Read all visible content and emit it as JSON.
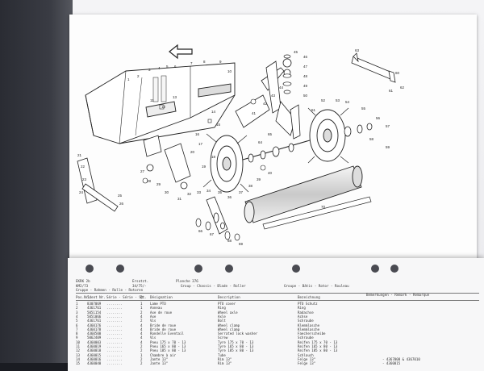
{
  "sheet": {
    "header": {
      "model": "EKRK 2b",
      "group_code": "KM2/73",
      "page_label": "Ersatzt.",
      "page_sub": "34/75/-",
      "sheet_label": "Planche  376",
      "group_de": "Gruppe - Rahmen - Rolle - Rotoren",
      "group_en": "Group - Chassis - Blade - Roller",
      "group_fr": "Groupe - Bâtis - Rotor - Rouleau"
    },
    "columns": [
      "Pos.Nr.",
      "Ident Nr.",
      "Série - Série - St.",
      "Qt.",
      "Désignation",
      "Description",
      "Bezeichnung",
      "Bemerkungen - Remark - Remarque"
    ],
    "rows": [
      {
        "pos": "1",
        "ident": "8307069",
        "qty": "1",
        "fr": "Lame PTO",
        "en": "PTO cover",
        "de": "PTO Schutz",
        "rem": ""
      },
      {
        "pos": "2",
        "ident": "4361761",
        "qty": "1",
        "fr": "Anneau",
        "en": "Ring",
        "de": "Ring",
        "rem": ""
      },
      {
        "pos": "3",
        "ident": "5051154",
        "qty": "2",
        "fr": "Axe de roue",
        "en": "Wheel axle",
        "de": "Radachse",
        "rem": ""
      },
      {
        "pos": "4",
        "ident": "5051066",
        "qty": "4",
        "fr": "Axe",
        "en": "Axle",
        "de": "Achse",
        "rem": ""
      },
      {
        "pos": "5",
        "ident": "4361761",
        "qty": "2",
        "fr": "Vis",
        "en": "Bolt",
        "de": "Schraube",
        "rem": ""
      },
      {
        "pos": "6",
        "ident": "4360176",
        "qty": "4",
        "fr": "Bride de roue",
        "en": "Wheel clamp",
        "de": "Klemmlasche",
        "rem": ""
      },
      {
        "pos": "7",
        "ident": "4360178",
        "qty": "4",
        "fr": "Bride de roue",
        "en": "Wheel clamp",
        "de": "Klemmlasche",
        "rem": ""
      },
      {
        "pos": "8",
        "ident": "4360500",
        "qty": "4",
        "fr": "Rondelle Eventail",
        "en": "Serrated lock washer",
        "de": "Faecherscheibe",
        "rem": ""
      },
      {
        "pos": "9",
        "ident": "5062409",
        "qty": "4",
        "fr": "Vis",
        "en": "Screw",
        "de": "Schraube",
        "rem": ""
      },
      {
        "pos": "10",
        "ident": "4360003",
        "qty": "4",
        "fr": "Pneu 175 x 70 - 13",
        "en": "Tyre 175 x 70 - 13",
        "de": "Reifen 175 x 70 - 13",
        "rem": ""
      },
      {
        "pos": "11",
        "ident": "4360019",
        "qty": "2",
        "fr": "Pneu 165 x 80 - 13",
        "en": "Tyre 165 x 80 - 13",
        "de": "Reifen 165 x 80 - 13",
        "rem": ""
      },
      {
        "pos": "12",
        "ident": "4360010",
        "qty": "2",
        "fr": "Pneu 185 x 80 - 13",
        "en": "Tyre 185 x 80 - 13",
        "de": "Reifen 185 x 80 - 13",
        "rem": ""
      },
      {
        "pos": "13",
        "ident": "4360015",
        "qty": "1",
        "fr": "Chambre à air",
        "en": "Tube",
        "de": "Schlauch",
        "rem": ""
      },
      {
        "pos": "14",
        "ident": "4360016",
        "qty": "2",
        "fr": "Jante 13\"",
        "en": "Rim 13\"",
        "de": "Felge 13\"",
        "rem": "- 4367008 & 4367010"
      },
      {
        "pos": "15",
        "ident": "4360040",
        "qty": "2",
        "fr": "Jante 13\"",
        "en": "Rim 13\"",
        "de": "Felge 13\"",
        "rem": "- 4360015"
      }
    ]
  },
  "diagram": {
    "callouts": [
      "1",
      "2",
      "3",
      "4",
      "5",
      "6",
      "7",
      "8",
      "9",
      "10",
      "11",
      "12",
      "13",
      "14",
      "15",
      "16",
      "17",
      "18",
      "19",
      "20",
      "21",
      "22",
      "23",
      "24",
      "25",
      "26",
      "27",
      "28",
      "29",
      "30",
      "31",
      "32",
      "33",
      "34",
      "35",
      "36",
      "37",
      "38",
      "39",
      "40",
      "41",
      "42",
      "43",
      "44",
      "45",
      "46",
      "47",
      "48",
      "49",
      "50",
      "51",
      "52",
      "53",
      "54",
      "55",
      "56",
      "57",
      "58",
      "59",
      "60",
      "61",
      "62",
      "63",
      "64",
      "65",
      "66",
      "67",
      "68",
      "69",
      "70"
    ]
  }
}
